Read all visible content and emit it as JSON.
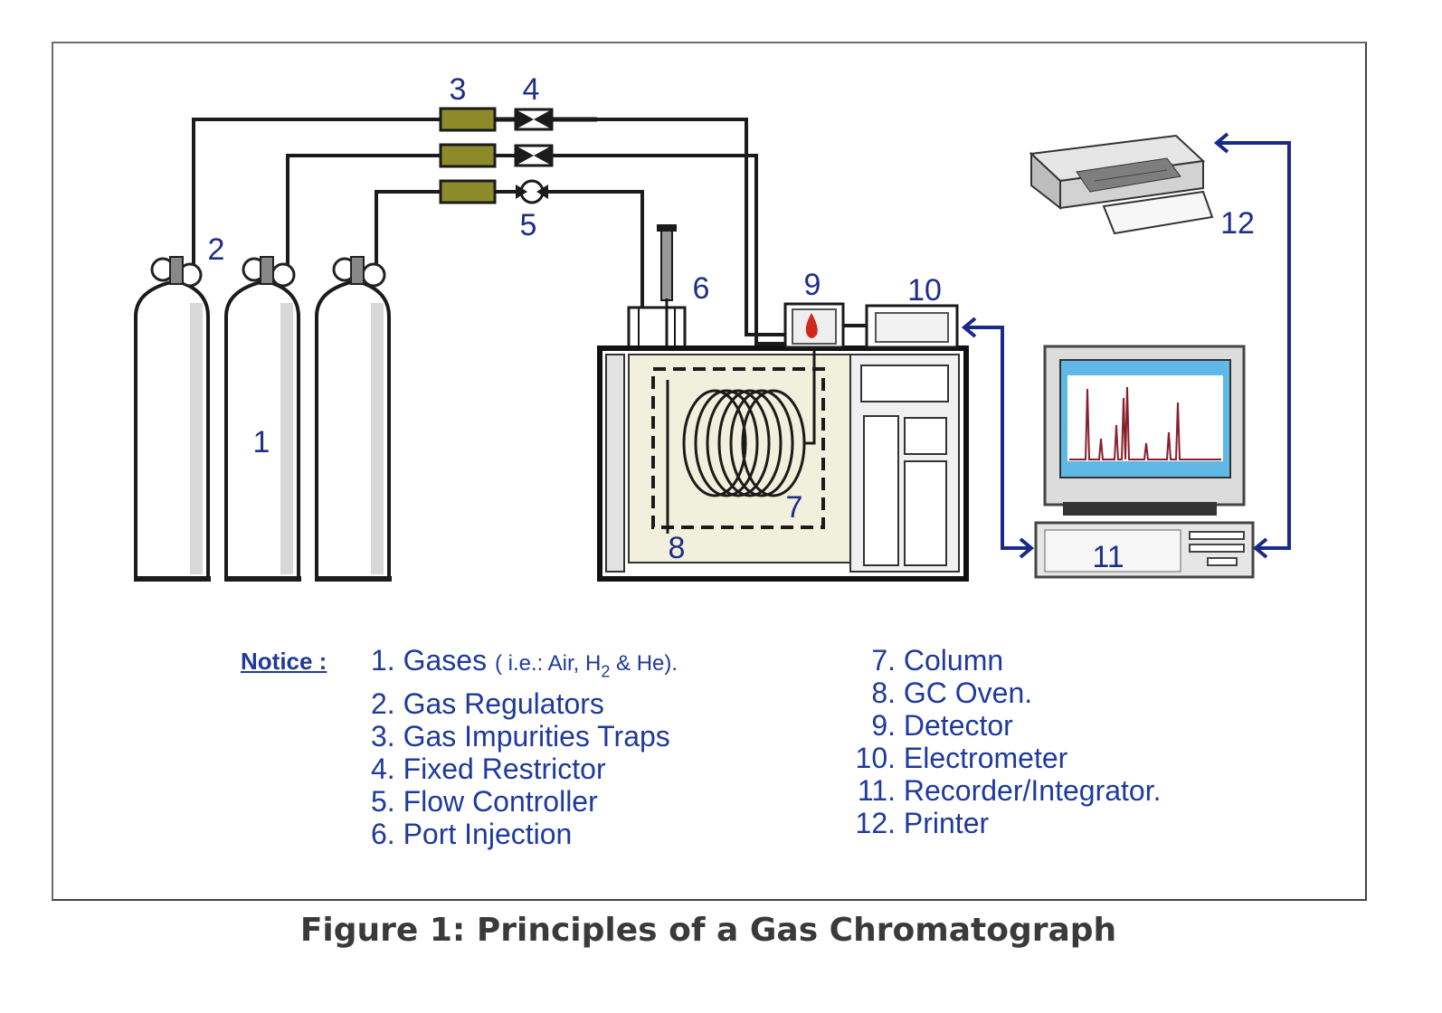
{
  "diagram": {
    "labels": {
      "n1": "1",
      "n2": "2",
      "n3": "3",
      "n4": "4",
      "n5": "5",
      "n6": "6",
      "n7": "7",
      "n8": "8",
      "n9": "9",
      "n10": "10",
      "n11": "11",
      "n12": "12"
    }
  },
  "legend": {
    "title": "Notice :",
    "left": [
      {
        "num": "1.",
        "text": "Gases",
        "sub": "( i.e.: Air, H",
        "sub2": "2",
        "sub3": " & He)."
      },
      {
        "num": "2.",
        "text": "Gas Regulators"
      },
      {
        "num": "3.",
        "text": "Gas Impurities Traps"
      },
      {
        "num": "4.",
        "text": "Fixed Restrictor"
      },
      {
        "num": "5.",
        "text": "Flow Controller"
      },
      {
        "num": "6.",
        "text": "Port Injection"
      }
    ],
    "right": [
      {
        "num": "7.",
        "text": "Column"
      },
      {
        "num": "8.",
        "text": "GC Oven."
      },
      {
        "num": "9.",
        "text": "Detector"
      },
      {
        "num": "10.",
        "text": "Electrometer"
      },
      {
        "num": "11.",
        "text": "Recorder/Integrator."
      },
      {
        "num": "12.",
        "text": "Printer"
      }
    ]
  },
  "caption": "Figure 1: Principles of a Gas Chromatograph",
  "colors": {
    "label_blue": "#1f2f86",
    "arrow_blue": "#1a2a8a",
    "trap_olive": "#8d8a2a",
    "oven_fill": "#f1f0dc",
    "screen_cyan": "#5fb8e6",
    "flame_red": "#d0281e"
  }
}
